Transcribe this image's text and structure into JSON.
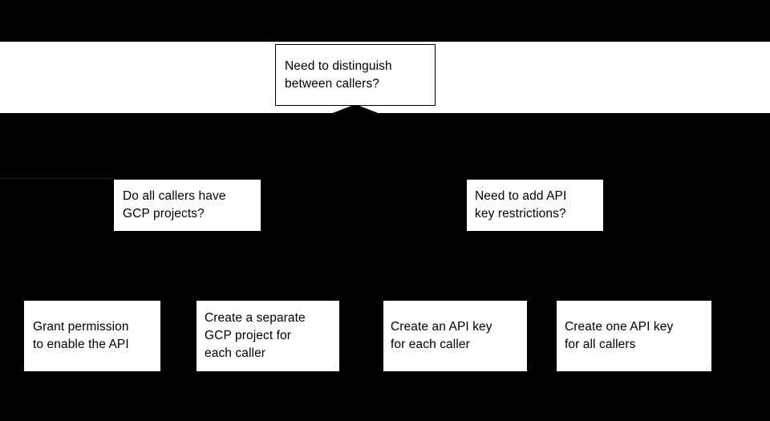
{
  "diagram": {
    "background_color": "#000000",
    "node_fill_color": "#ffffff",
    "node_text_color": "#000000",
    "root": {
      "id": "need-to-distinguish",
      "label": "Need to distinguish\nbetween callers?",
      "shape": "rectangle",
      "bordered": true
    },
    "decisions": [
      {
        "id": "gcp-projects",
        "label": "Do all callers have\nGCP projects?",
        "shape": "rectangle",
        "bordered": false
      },
      {
        "id": "key-restrictions",
        "label": "Need to add API\nkey restrictions?",
        "shape": "rectangle",
        "bordered": false
      }
    ],
    "outcomes": [
      {
        "id": "grant-permission",
        "label": "Grant permission\nto enable the API",
        "shape": "rectangle",
        "bordered": false
      },
      {
        "id": "separate-project",
        "label": "Create a separate\nGCP project for\neach caller",
        "shape": "rectangle",
        "bordered": false
      },
      {
        "id": "key-per-caller",
        "label": "Create an API key\nfor each caller",
        "shape": "rectangle",
        "bordered": false
      },
      {
        "id": "key-all-callers",
        "label": "Create one API key\nfor all callers",
        "shape": "rectangle",
        "bordered": false
      }
    ]
  }
}
